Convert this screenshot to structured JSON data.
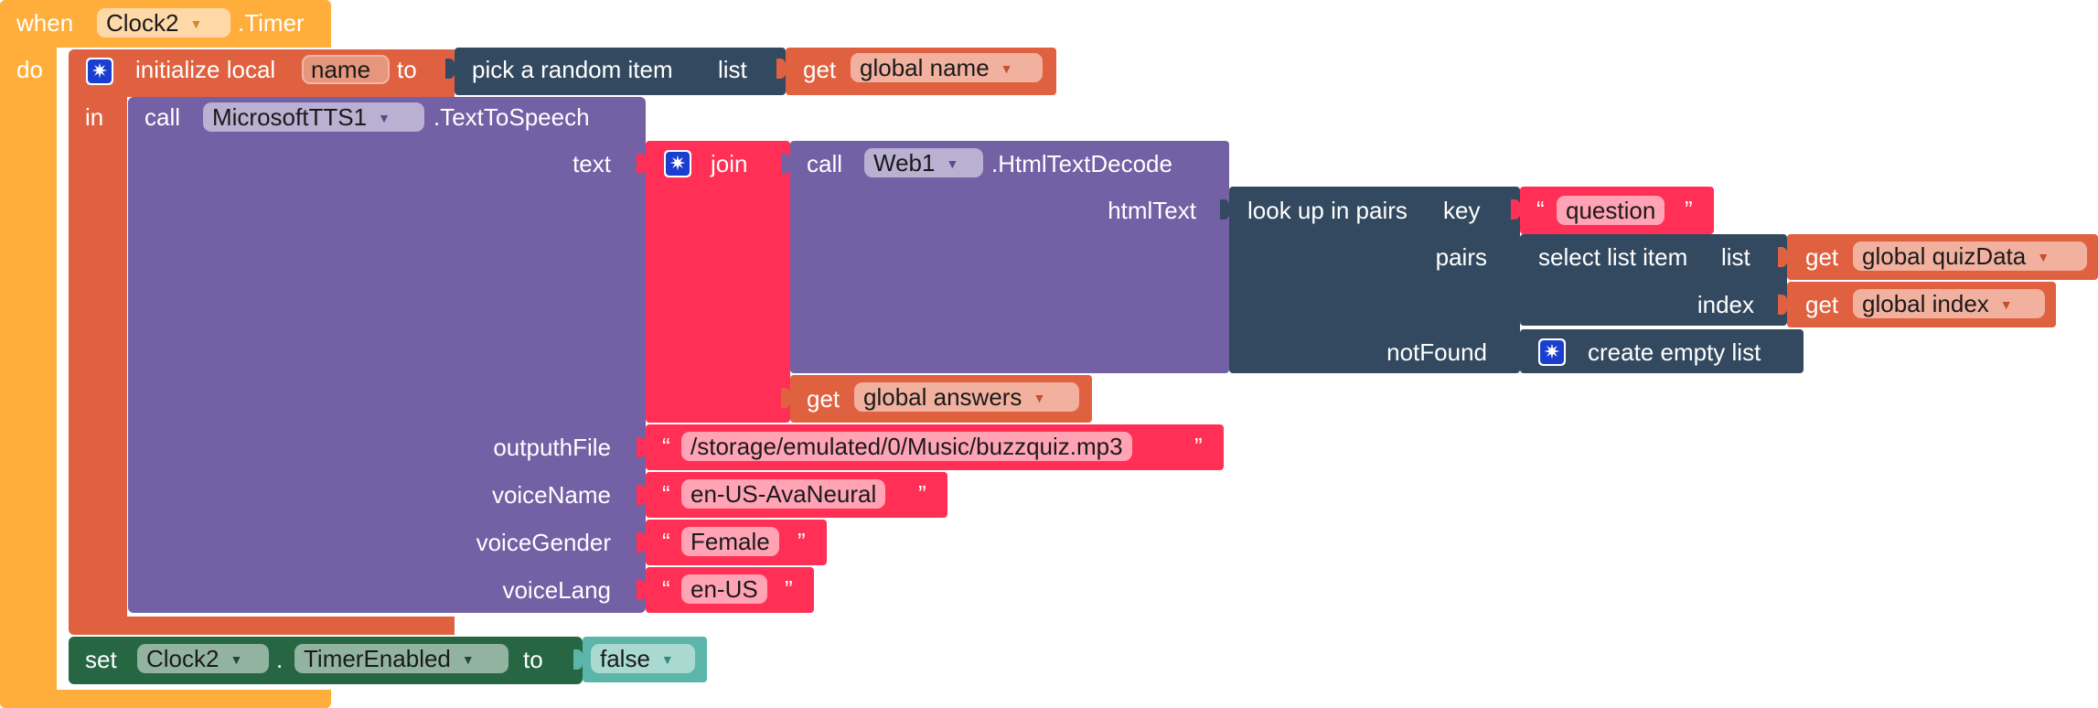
{
  "event": {
    "when": "when",
    "component": "Clock2",
    "event_name": ".Timer",
    "do": "do"
  },
  "local_init": {
    "prefix": "initialize local",
    "var_name": "name",
    "to": "to",
    "in": "in"
  },
  "pick_random": {
    "label": "pick a random item",
    "list": "list"
  },
  "get_name": {
    "get": "get",
    "var": "global name"
  },
  "tts_call": {
    "call": "call",
    "component": "MicrosoftTTS1",
    "method": ".TextToSpeech",
    "params": {
      "text": "text",
      "output_file": "outputhFile",
      "voice_name": "voiceName",
      "voice_gender": "voiceGender",
      "voice_lang": "voiceLang"
    }
  },
  "join": {
    "label": "join"
  },
  "web_call": {
    "call": "call",
    "component": "Web1",
    "method": ".HtmlTextDecode",
    "param": "htmlText"
  },
  "lookup": {
    "label": "look up in pairs",
    "key": "key",
    "pairs": "pairs",
    "not_found": "notFound",
    "key_value": "question"
  },
  "select_item": {
    "label": "select list item",
    "list": "list",
    "index": "index"
  },
  "get_quiz": {
    "get": "get",
    "var": "global quizData"
  },
  "get_index": {
    "get": "get",
    "var": "global index"
  },
  "empty_list": {
    "label": "create empty list"
  },
  "get_answers": {
    "get": "get",
    "var": "global answers"
  },
  "strings": {
    "output_file": "/storage/emulated/0/Music/buzzquiz.mp3",
    "voice_name": "en-US-AvaNeural",
    "voice_gender": "Female",
    "voice_lang": "en-US",
    "open_quote": "“",
    "close_quote": "”"
  },
  "setter": {
    "set": "set",
    "component": "Clock2",
    "dot": ".",
    "property": "TimerEnabled",
    "to": "to",
    "value": "false"
  },
  "colors": {
    "event": "#ffae3c",
    "variables": "#e0613f",
    "procedures_call": "#7360a5",
    "lists": "#33495f",
    "text": "#ff2f55",
    "logic": "#5bb5a8",
    "component_set": "#266643"
  },
  "icons": {
    "mutator": "gear-icon",
    "dropdown": "caret-down-icon"
  }
}
